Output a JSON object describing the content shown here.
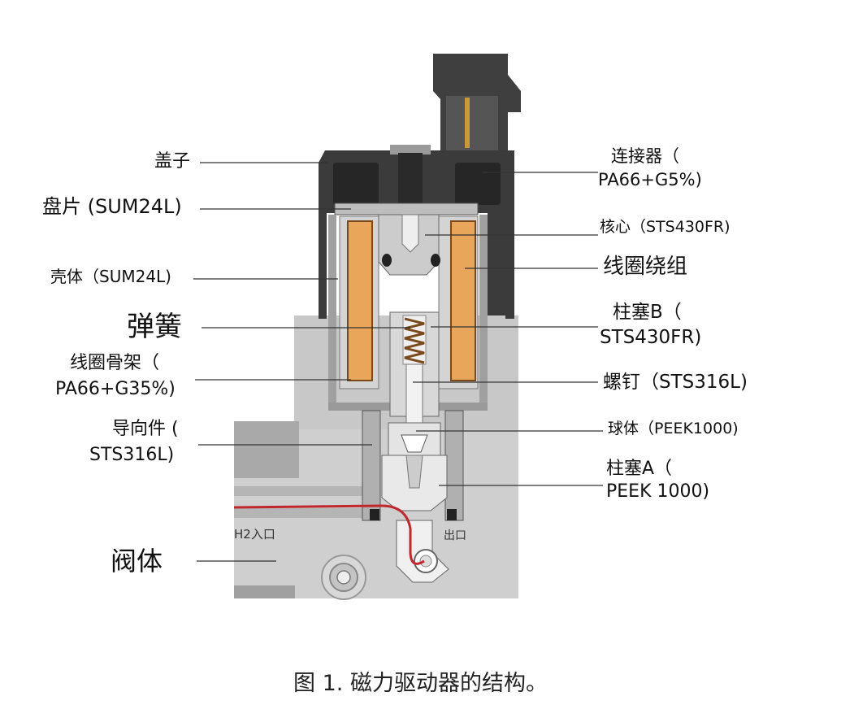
{
  "labels": {
    "cap": "盖子",
    "disk": "盘片 (SUM24L)",
    "shell": "壳体（SUM24L)",
    "spring": "弹簧",
    "bobbin_1": "线圈骨架（",
    "bobbin_2": "PA66+G35%)",
    "guide_1": "导向件 (",
    "guide_2": "STS316L)",
    "valve_body": "阀体",
    "connector_1": "连接器（",
    "connector_2": "PA66+G5%)",
    "core": "核心（STS430FR)",
    "coil": "线圈绕组",
    "plunger_b_1": "柱塞B（",
    "plunger_b_2": "STS430FR)",
    "screw": "螺钉（STS316L)",
    "ball": "球体（PEEK1000)",
    "plunger_a_1": "柱塞A（",
    "plunger_a_2": "PEEK 1000)"
  },
  "inner_labels": {
    "inlet": "H2入口",
    "outlet": "出口"
  },
  "caption": "图 1. 磁力驱动器的结构。",
  "colors": {
    "housing": "#3a3a3a",
    "coil": "#e9a55a",
    "valve_body": "#c9c9c9",
    "flow_line": "#c0282d"
  }
}
